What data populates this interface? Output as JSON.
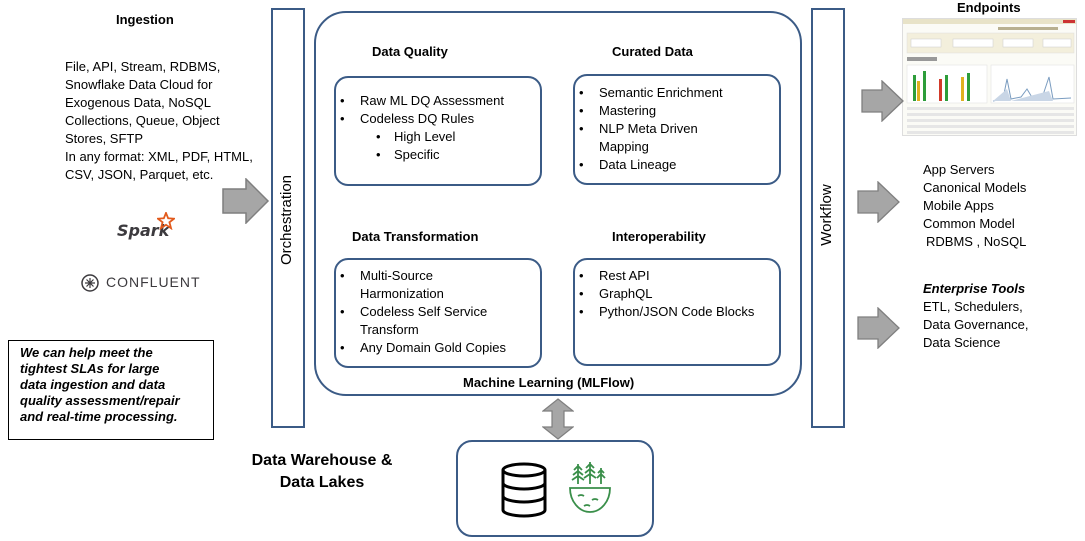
{
  "ingestion": {
    "title": "Ingestion",
    "lines": [
      "File, API, Stream, RDBMS,",
      "Snowflake Data Cloud for",
      "Exogenous Data, NoSQL",
      "Collections,  Queue, Object",
      "Stores, SFTP",
      "In any format: XML, PDF, HTML,",
      "CSV, JSON, Parquet, etc."
    ],
    "spark_logo": "Spark",
    "confluent_logo": "CONFLUENT"
  },
  "sla_note": {
    "lines": [
      "We can help meet the",
      "tightest SLAs for large",
      "data  ingestion and data",
      "quality assessment/repair",
      "and real-time processing."
    ]
  },
  "orchestration": {
    "label": "Orchestration"
  },
  "workflow": {
    "label": "Workflow"
  },
  "data_quality": {
    "title": "Data Quality",
    "items": [
      "Raw ML DQ Assessment",
      "Codeless DQ Rules"
    ],
    "subitems": [
      "High Level",
      "Specific"
    ]
  },
  "curated_data": {
    "title": "Curated Data",
    "items": [
      "Semantic Enrichment",
      "Mastering",
      "NLP Meta Driven",
      "Data Lineage"
    ],
    "item3_cont": "Mapping"
  },
  "data_transformation": {
    "title": "Data Transformation",
    "items": [
      "Multi-Source",
      "Codeless Self Service",
      "Any Domain Gold Copies"
    ],
    "item1_cont": "Harmonization",
    "item2_cont": "Transform"
  },
  "interoperability": {
    "title": "Interoperability",
    "items": [
      "Rest API",
      "GraphQL",
      "Python/JSON Code Blocks"
    ]
  },
  "machine_learning": {
    "label": "Machine Learning (MLFlow)"
  },
  "warehouse": {
    "lines": [
      "Data Warehouse &",
      "Data Lakes"
    ]
  },
  "endpoints": {
    "title": "Endpoints",
    "app_servers": [
      "App Servers",
      "Canonical Models",
      "Mobile Apps",
      "Common Model",
      "RDBMS , NoSQL"
    ],
    "enterprise_title": "Enterprise Tools",
    "enterprise_items": [
      "ETL, Schedulers,",
      "Data Governance,",
      "Data Science"
    ]
  },
  "colors": {
    "border": "#3b5b86",
    "arrow_fill": "#a6a6a6",
    "arrow_stroke": "#7f7f7f",
    "spark_orange": "#e25a1c"
  }
}
